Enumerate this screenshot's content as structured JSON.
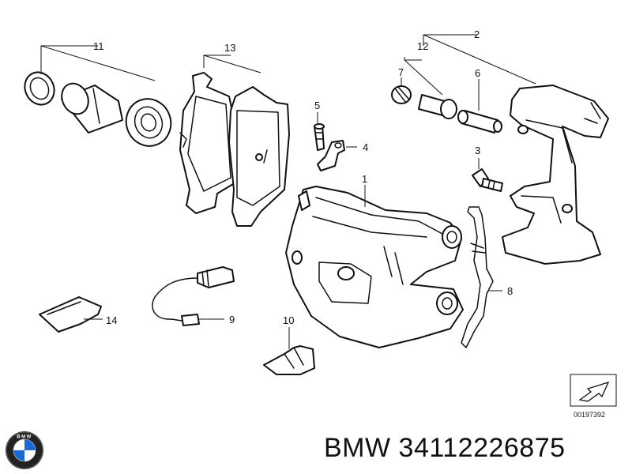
{
  "callouts": [
    {
      "id": "1",
      "label": "1"
    },
    {
      "id": "2",
      "label": "2"
    },
    {
      "id": "3",
      "label": "3"
    },
    {
      "id": "4",
      "label": "4"
    },
    {
      "id": "5",
      "label": "5"
    },
    {
      "id": "6",
      "label": "6"
    },
    {
      "id": "7",
      "label": "7"
    },
    {
      "id": "8",
      "label": "8"
    },
    {
      "id": "9",
      "label": "9"
    },
    {
      "id": "10",
      "label": "10"
    },
    {
      "id": "11",
      "label": "11"
    },
    {
      "id": "12",
      "label": "12"
    },
    {
      "id": "13",
      "label": "13"
    },
    {
      "id": "14",
      "label": "14"
    }
  ],
  "diagram_ref": "00197392",
  "logo_text": "BMW",
  "footer": {
    "brand": "BMW",
    "part_number": "34112226875"
  },
  "colors": {
    "ink": "#111111",
    "background": "#ffffff",
    "logo_blue": "#1c69d4"
  }
}
